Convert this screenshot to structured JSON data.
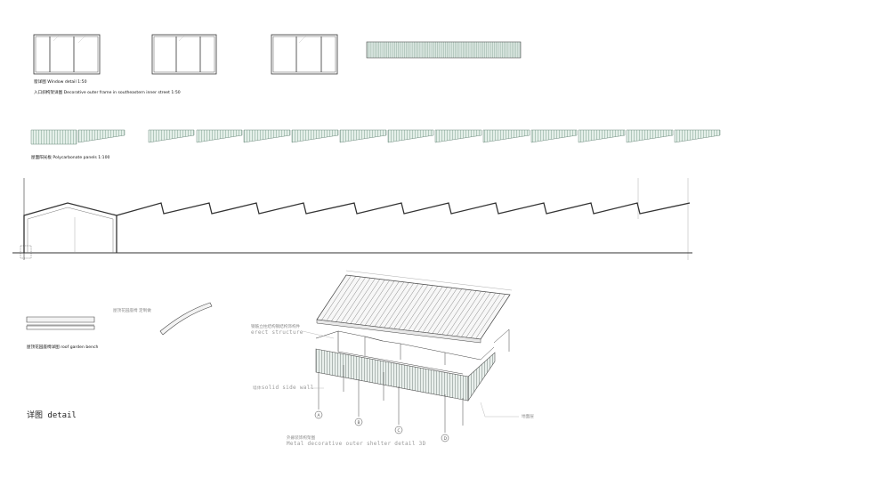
{
  "labels": {
    "window_detail": "窗详图 Window detail 1:50",
    "outer_frame": "入口斜构架详图 Decorative outer frame in southeastern inner street 1:50",
    "polycarbonate": "屋面阳光板 Polycarbonate panels 1:100",
    "garden_bench": "屋顶花园座椅详图  roof garden bench",
    "bench_note": "屋顶花园座椅 定制做",
    "erect_cn": "钢筋立柱结构钢结构饰构件",
    "erect_en": "erect structure",
    "wall_cn": "墙体",
    "wall_en": "solid side wall",
    "ground_note": "地面层",
    "shelter_cn": "外廊装饰构架图",
    "shelter_en": "Metal decorative outer shelter detail 3D",
    "detail_title": "详图 detail"
  },
  "grid_axes": [
    "A",
    "B",
    "C",
    "D"
  ],
  "colors": {
    "line": "#333333",
    "panel_fill": "#d6e6de",
    "hatch": "#9bb5a8",
    "annotation": "#9a9a9a"
  }
}
